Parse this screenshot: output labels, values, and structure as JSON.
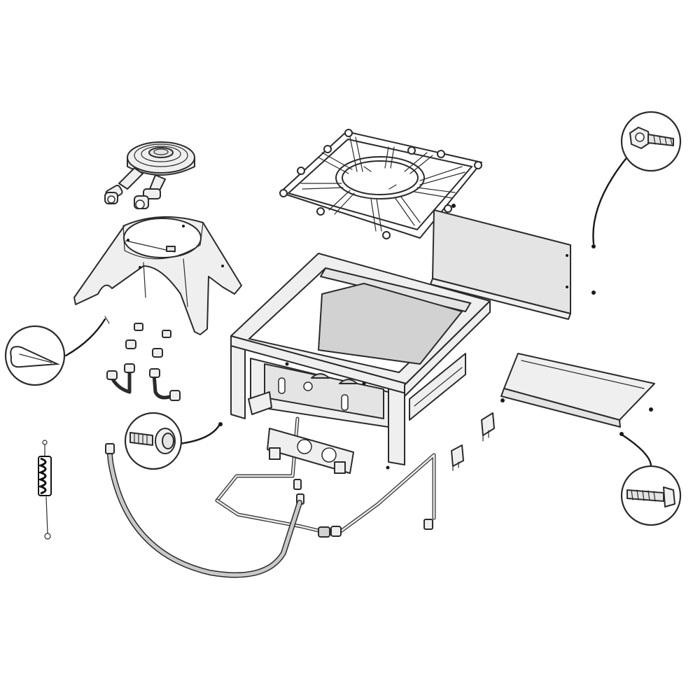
{
  "diagram": {
    "parts": [
      {
        "id": "burner",
        "icon": "burner-icon"
      },
      {
        "id": "cooking-grate",
        "icon": "grate-icon"
      },
      {
        "id": "burner-shroud",
        "icon": "shroud-icon"
      },
      {
        "id": "cabinet-frame",
        "icon": "frame-icon"
      },
      {
        "id": "rear-panel",
        "icon": "panel-icon"
      },
      {
        "id": "drip-tray-shield",
        "icon": "shield-icon"
      },
      {
        "id": "valve-manifold",
        "icon": "manifold-icon"
      },
      {
        "id": "gas-hose",
        "icon": "hose-icon"
      },
      {
        "id": "brass-fittings",
        "icon": "fitting-icon"
      },
      {
        "id": "flex-connectors",
        "icon": "connector-icon"
      },
      {
        "id": "spring-clip",
        "icon": "spring-icon"
      },
      {
        "id": "mounting-clips",
        "icon": "clip-icon"
      }
    ],
    "callouts": [
      {
        "id": "hex-screw-detail",
        "icon": "hex-screw-icon"
      },
      {
        "id": "cotter-pin-detail",
        "icon": "cotter-pin-icon"
      },
      {
        "id": "knob-bolt-detail",
        "icon": "knob-bolt-icon"
      },
      {
        "id": "self-tapping-screw-detail",
        "icon": "self-tapping-screw-icon"
      }
    ]
  }
}
